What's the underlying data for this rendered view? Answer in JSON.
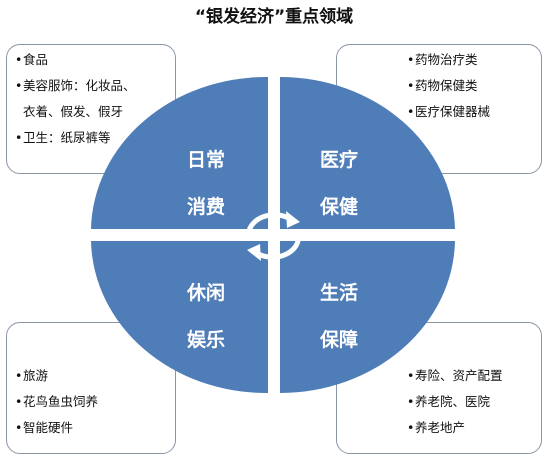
{
  "title": "“银发经济”重点领域",
  "quadrants": {
    "top_left": {
      "line1": "日常",
      "line2": "消费"
    },
    "top_right": {
      "line1": "医疗",
      "line2": "保健"
    },
    "bottom_left": {
      "line1": "休闲",
      "line2": "娱乐"
    },
    "bottom_right": {
      "line1": "生活",
      "line2": "保障"
    }
  },
  "boxes": {
    "top_left": {
      "items": [
        "食品",
        "美容服饰：化妆品、",
        "衣着、假发、假牙",
        "卫生：纸尿裤等"
      ]
    },
    "top_right": {
      "items": [
        "药物治疗类",
        "药物保健类",
        "医疗保健器械"
      ]
    },
    "bottom_left": {
      "items": [
        "旅游",
        "花鸟鱼虫饲养",
        "智能硬件"
      ]
    },
    "bottom_right": {
      "items": [
        "寿险、资产配置",
        "养老院、医院",
        "养老地产"
      ]
    }
  },
  "colors": {
    "quadrant_fill": "#4f7db8",
    "arrow": "#ffffff"
  }
}
